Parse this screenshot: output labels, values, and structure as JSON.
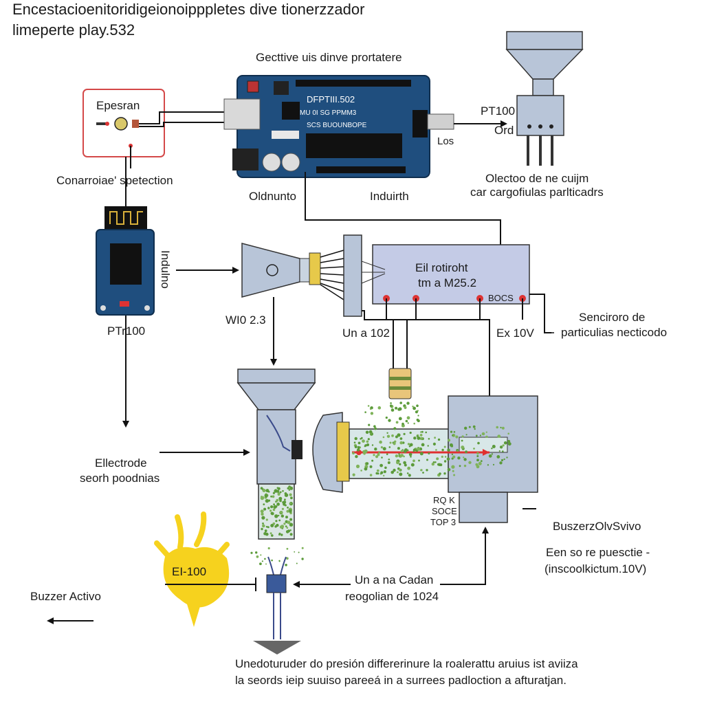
{
  "title": {
    "line1": "Encestacioenitoridigeionoipppletes dive tionerzzador",
    "line2": "limeperte play.532"
  },
  "labels": {
    "board_header": "Gecttive uis dinve prortatere",
    "board_chip_line1": "DFPTIII.502",
    "board_chip_line2": "MU 0I SG PPMM3",
    "board_chip_line3": "SCS BUOUNBOPE",
    "epesran": "Epesran",
    "conarroiae": "Conarroiae' spetection",
    "oldunto": "Oldnunto",
    "induirth": "Induirth",
    "los": "Los",
    "pt100_right": "PT100",
    "ord": "Ord",
    "olectoo_line1": "Olectoo de ne cuijm",
    "olectoo_line2": "car cargofiulas parlticadrs",
    "module_vertical": "Indulno",
    "pt100_left": "PTr100",
    "wi": "WI0 2.3",
    "eil_line1": "Eil rotiroht",
    "eil_line2": "tm a M25.2",
    "bocs": "BOCS",
    "una102": "Un a 102",
    "ex10v": "Ex 10V",
    "sensor_line1": "Senciroro de",
    "sensor_line2": "particulias necticodo",
    "electrode_line1": "Ellectrode",
    "electrode_line2": "seorh poodnias",
    "rqk_line1": "RQ K",
    "rqk_line2": "SOCE",
    "rqk_line3": "TOP 3",
    "buzzer_right": "BuszerzOlvSvivo",
    "eenso_line1": "Een so re puesctie -",
    "eenso_line2": "(inscoolkictum.10V)",
    "ei100": "EI-100",
    "buzzer_left": "Buzzer Activo",
    "una_line1": "Un a na Cadan",
    "una_line2": "reogolian de 1024",
    "bottom_line1": "Unedoturuder do presión differerinure la roalerattu aruius ist aviiza",
    "bottom_line2": "la seords ieip suuiso pareeá in a surrees padloction a afturatjan."
  },
  "colors": {
    "board_blue": "#1f4e7e",
    "sensor_fill": "#b8c5d8",
    "pipe_fill": "#c7d8e0",
    "particle_green": "#5b9a3a",
    "laser_red": "#e03030",
    "sun_yellow": "#f6d21e",
    "line": "#111111"
  }
}
